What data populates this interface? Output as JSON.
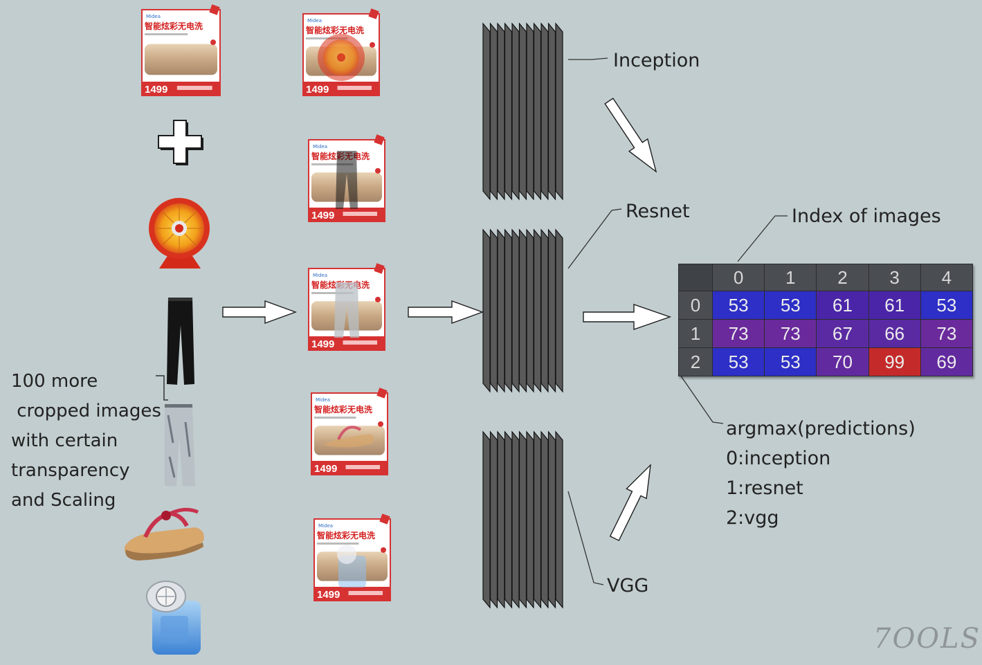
{
  "labels": {
    "inception": "Inception",
    "resnet": "Resnet",
    "vgg": "VGG",
    "index_of_images": "Index of images"
  },
  "note_lines": [
    "100 more",
    " cropped images",
    "with certain",
    "transparency",
    "and Scaling"
  ],
  "legend": {
    "title": "argmax(predictions)",
    "items": [
      "0:inception",
      "1:resnet",
      "2:vgg"
    ]
  },
  "ad_text": {
    "headline": "智能炫彩无电洗",
    "price": "1499",
    "brand": "Midea"
  },
  "source_items": [
    "heater-icon",
    "pants-icon",
    "jeans-icon",
    "sandal-icon",
    "lint-remover-icon"
  ],
  "composites": [
    "heater",
    "pants",
    "jeans",
    "sandal",
    "lint-remover"
  ],
  "table": {
    "columns": [
      "0",
      "1",
      "2",
      "3",
      "4"
    ],
    "rows": [
      {
        "label": "0",
        "values": [
          "53",
          "53",
          "61",
          "61",
          "53"
        ],
        "colors": [
          "#2d2fc6",
          "#2d2fc6",
          "#4a25a8",
          "#4a25a8",
          "#2d2fc6"
        ]
      },
      {
        "label": "1",
        "values": [
          "73",
          "73",
          "67",
          "66",
          "73"
        ],
        "colors": [
          "#6a2a9c",
          "#6a2a9c",
          "#5a2aa2",
          "#5a2aa2",
          "#6a2a9c"
        ]
      },
      {
        "label": "2",
        "values": [
          "53",
          "53",
          "70",
          "99",
          "69"
        ],
        "colors": [
          "#2d2fc6",
          "#2d2fc6",
          "#622a9f",
          "#c42a2a",
          "#622a9f"
        ]
      }
    ]
  },
  "watermark": "7OOLS"
}
